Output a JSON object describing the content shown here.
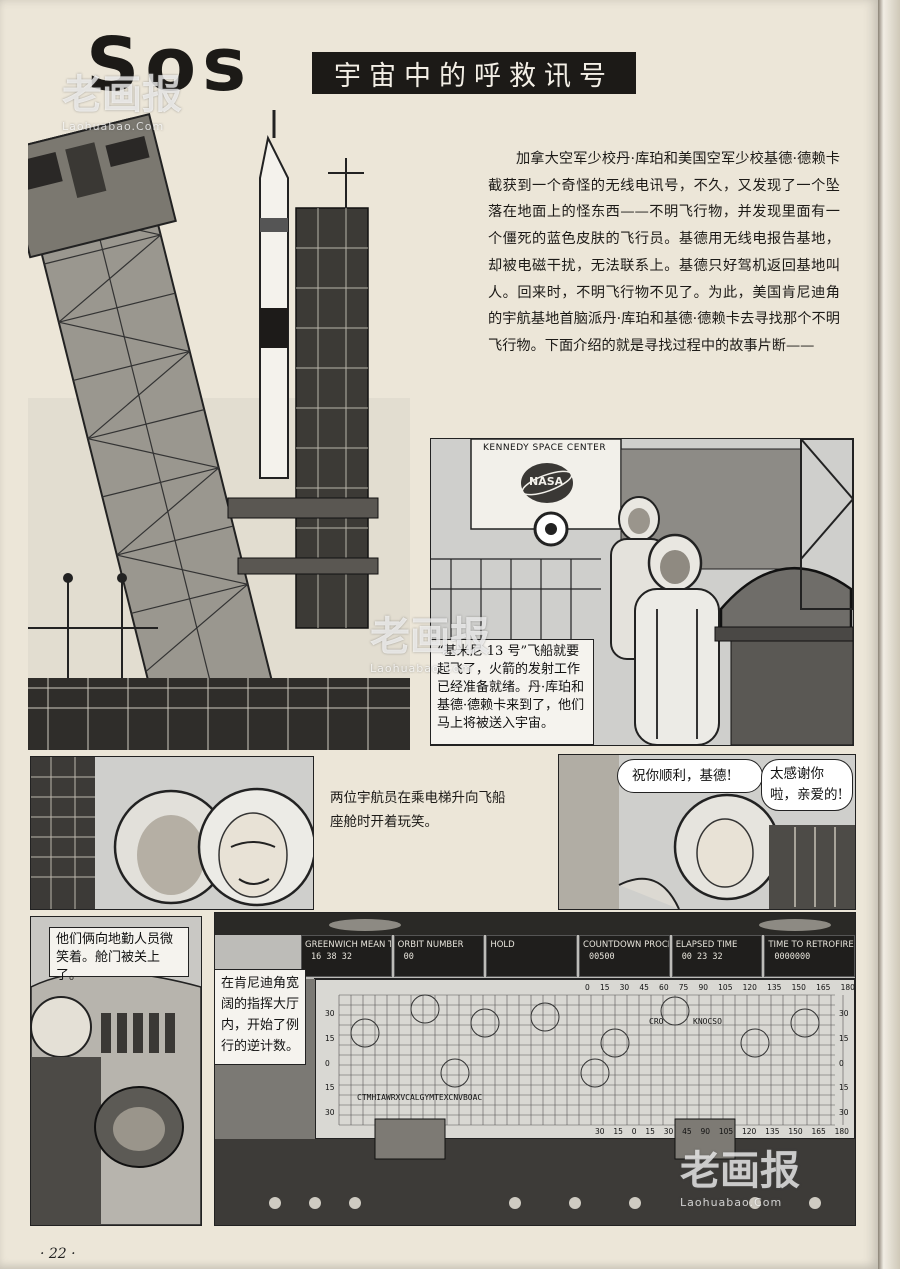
{
  "header": {
    "title_latin": "Sos",
    "title_cn": "宇宙中的呼救讯号"
  },
  "watermark": {
    "logo": "老画报",
    "url": "Laohuabao.Com"
  },
  "intro": {
    "text": "加拿大空军少校丹·库珀和美国空军少校基德·德赖卡截获到一个奇怪的无线电讯号，不久，又发现了一个坠落在地面上的怪东西——不明飞行物，并发现里面有一个僵死的蓝色皮肤的飞行员。基德用无线电报告基地，却被电磁干扰，无法联系上。基德只好驾机返回基地叫人。回来时，不明飞行物不见了。为此，美国肯尼迪角的宇航基地首脑派丹·库珀和基德·德赖卡去寻找那个不明飞行物。下面介绍的就是寻找过程中的故事片断——"
  },
  "panel_astronauts": {
    "sign_line1": "KENNEDY SPACE CENTER",
    "sign_logo": "NASA",
    "caption": "“基米尼 13 号”飞船就要起飞了，火箭的发射工作已经准备就绪。丹·库珀和基德·德赖卡来到了，他们马上将被送入宇宙。"
  },
  "panel_elevator": {
    "caption_line1": "两位宇航员在乘电梯升向飞船",
    "caption_line2": "座舱时开着玩笑。"
  },
  "panel_farewell": {
    "bubble_left": "祝你顺利，基德!",
    "bubble_right_line1": "太感谢你",
    "bubble_right_line2": "啦，亲爱的!"
  },
  "panel_hatch": {
    "caption_line1": "他们俩向地勤人员微",
    "caption_line2": "笑着。舱门被关上了。"
  },
  "panel_control": {
    "caption_line1": "在肯尼迪角宽",
    "caption_line2": "阔的指挥大厅",
    "caption_line3": "内，开始了例",
    "caption_line4": "行的逆计数。",
    "displays": [
      {
        "label": "GREENWICH MEAN TIME",
        "value": "16 38 32"
      },
      {
        "label": "ORBIT NUMBER",
        "value": "00"
      },
      {
        "label": "HOLD",
        "value": ""
      },
      {
        "label": "COUNTDOWN PROCEED",
        "value": "00500"
      },
      {
        "label": "ELAPSED TIME",
        "value": "00 23 32"
      },
      {
        "label": "TIME TO RETROFIRE",
        "value": "0000000"
      }
    ],
    "map_top_ticks": [
      "0",
      "15",
      "30",
      "45",
      "60",
      "75",
      "90",
      "105",
      "120",
      "135",
      "150",
      "165",
      "180"
    ],
    "map_left_ticks": [
      "30",
      "15",
      "0",
      "15",
      "30"
    ],
    "map_right_ticks": [
      "30",
      "15",
      "0",
      "15",
      "30"
    ],
    "map_bottom_ticks": [
      "30",
      "15",
      "0",
      "15",
      "30",
      "45",
      "90",
      "105",
      "120",
      "135",
      "150",
      "165",
      "180"
    ],
    "map_label_1": "CRO",
    "map_label_2": "KNOCSO",
    "map_strip": "CTMHIAWRXVCALGYMTEXCNVBOAC"
  },
  "footer": {
    "page_number": "· 22 ·"
  }
}
